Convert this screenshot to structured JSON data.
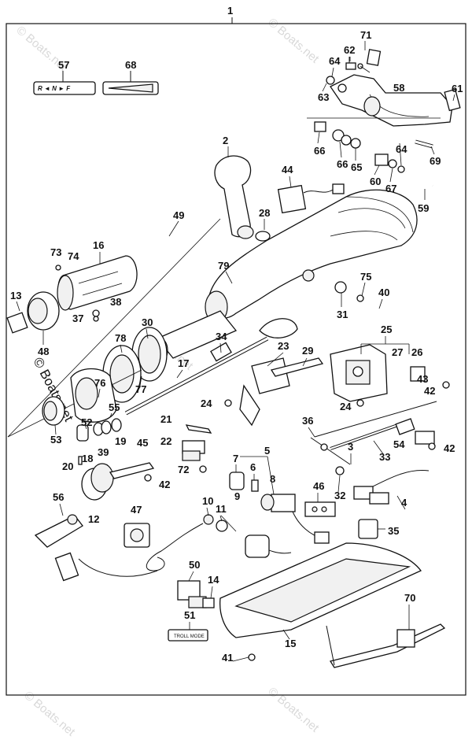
{
  "diagram": {
    "top_callout": "1",
    "watermarks": [
      "© Boats.net",
      "© Boats.net",
      "© Boats.net",
      "© Boats.net",
      "© Boats.net",
      "© Boats.net"
    ],
    "sticker_68_text": "",
    "sticker_57_text": "R ◄ N ► F",
    "troll_mode_label": "TROLL MODE",
    "callouts": {
      "c2": "2",
      "c3": "3",
      "c4": "4",
      "c5": "5",
      "c6": "6",
      "c7": "7",
      "c8": "8",
      "c9": "9",
      "c10": "10",
      "c11": "11",
      "c12": "12",
      "c13": "13",
      "c14": "14",
      "c15": "15",
      "c16": "16",
      "c17": "17",
      "c18": "18",
      "c19": "19",
      "c20": "20",
      "c21": "21",
      "c22": "22",
      "c23": "23",
      "c24a": "24",
      "c24b": "24",
      "c25": "25",
      "c26": "26",
      "c27": "27",
      "c28": "28",
      "c29": "29",
      "c30": "30",
      "c31": "31",
      "c32": "32",
      "c33": "33",
      "c34": "34",
      "c35": "35",
      "c36": "36",
      "c37": "37",
      "c38": "38",
      "c39": "39",
      "c40": "40",
      "c41": "41",
      "c42a": "42",
      "c42b": "42",
      "c42c": "42",
      "c43": "43",
      "c44": "44",
      "c45": "45",
      "c46": "46",
      "c47": "47",
      "c48": "48",
      "c49": "49",
      "c50": "50",
      "c51": "51",
      "c52": "52",
      "c53": "53",
      "c54": "54",
      "c55": "55",
      "c56": "56",
      "c57": "57",
      "c58": "58",
      "c59": "59",
      "c60": "60",
      "c61": "61",
      "c62": "62",
      "c63": "63",
      "c64a": "64",
      "c64b": "64",
      "c65": "65",
      "c66a": "66",
      "c66b": "66",
      "c67": "67",
      "c68": "68",
      "c69": "69",
      "c70": "70",
      "c71": "71",
      "c72": "72",
      "c73": "73",
      "c74": "74",
      "c75": "75",
      "c76": "76",
      "c77": "77",
      "c78": "78",
      "c79": "79"
    }
  }
}
